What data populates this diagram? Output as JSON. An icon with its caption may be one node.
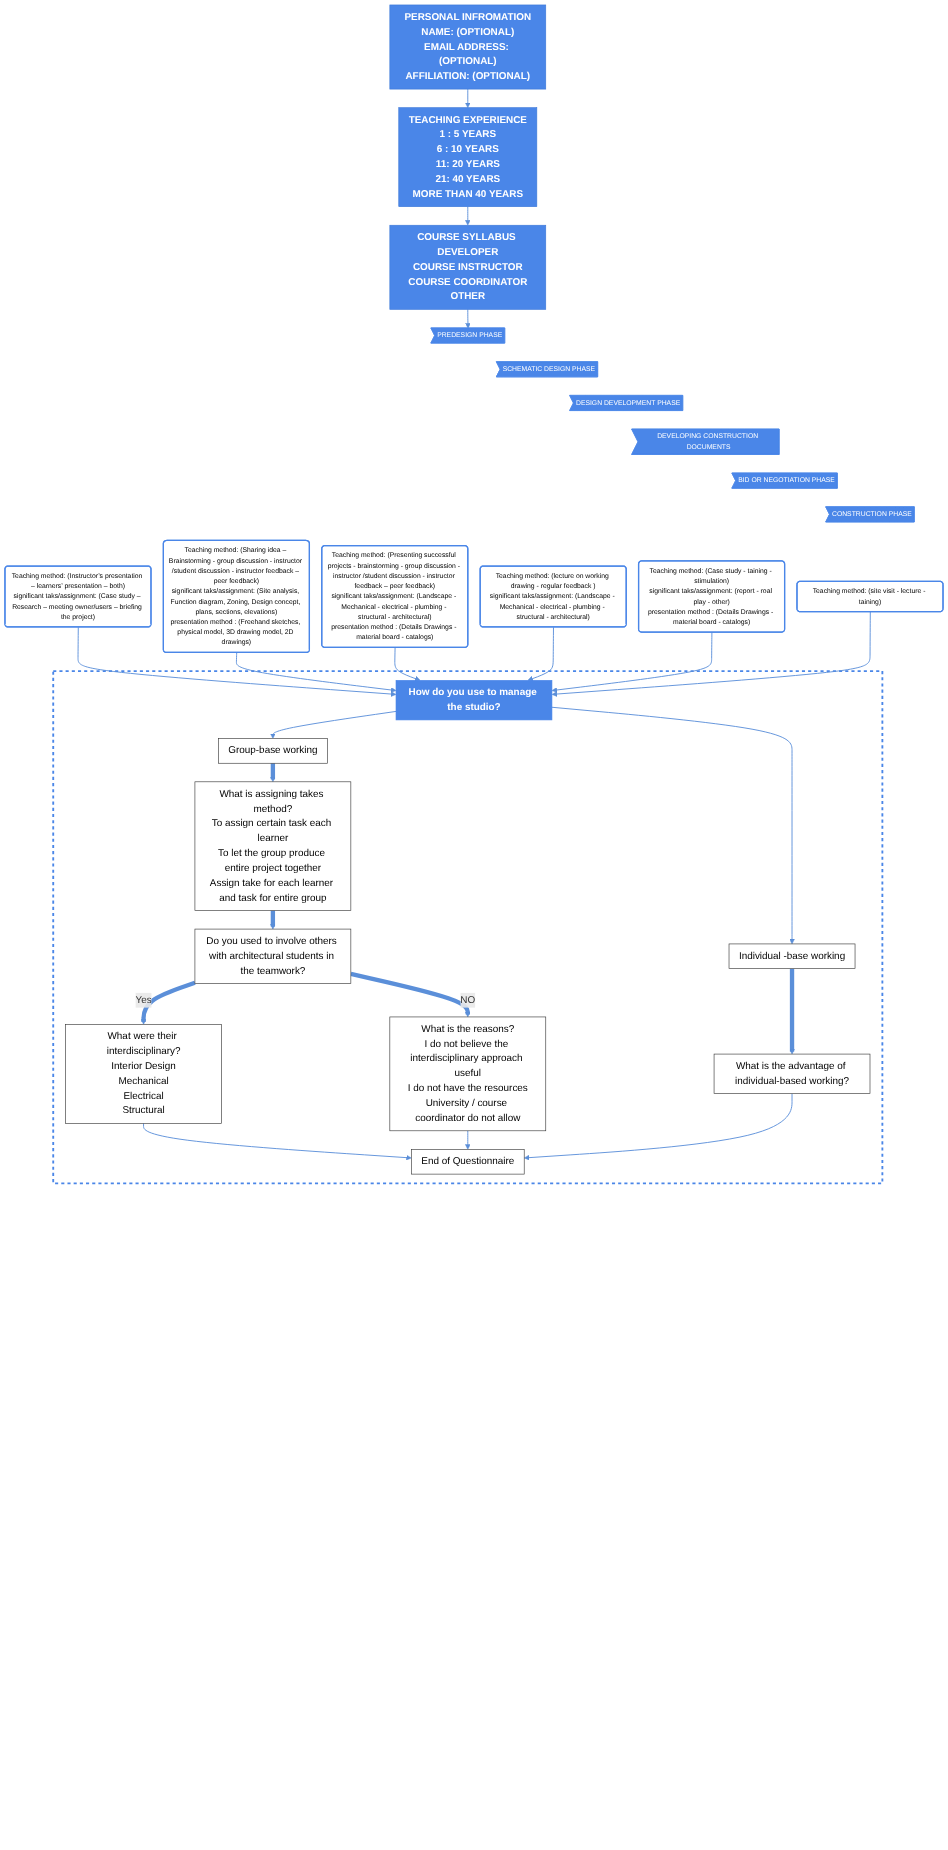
{
  "diagram": {
    "nodes": [
      {
        "text": [
          "PERSONAL INFROMATION",
          "NAME: (OPTIONAL)",
          "EMAIL ADDRESS: (OPTIONAL)",
          "AFFILIATION: (OPTIONAL)"
        ]
      },
      {
        "text": [
          "TEACHING EXPERIENCE",
          "1 : 5 YEARS",
          "6 : 10 YEARS",
          "11: 20 YEARS",
          "21: 40 YEARS",
          "MORE THAN 40 YEARS"
        ]
      },
      {
        "text": [
          "COURSE SYLLABUS DEVELOPER",
          "COURSE INSTRUCTOR",
          "COURSE COORDINATOR",
          "OTHER"
        ]
      },
      {
        "text": [
          "PREDESIGN PHASE"
        ]
      },
      {
        "text": [
          "Teaching method: (Instructor’s presentation – learners’ presentation – both)",
          "significant taks/assignment: (Case study – Research – meeting owner/users – briefing the project)"
        ]
      },
      {
        "text": [
          "SCHEMATIC DESIGN PHASE"
        ]
      },
      {
        "text": [
          "Teaching method: (Sharing idea – Brainstorming - group discussion - instructor /student discussion - instructor feedback – peer feedback)",
          "significant taks/assignment: (Site analysis, Function diagram, Zoning, Design concept, plans, sections, elevations)",
          "presentation method : (Freehand sketches, physical model, 3D drawing model, 2D drawings)"
        ]
      },
      {
        "text": [
          "DESIGN DEVELOPMENT PHASE"
        ]
      },
      {
        "text": [
          "Teaching method: (Presenting successful projects - brainstorming - group discussion - instructor /student discussion - instructor feedback – peer feedback)",
          "significant taks/assignment: (Landscape - Mechanical - electrical - plumbing - structural - architectural)",
          "presentation method : (Details Drawings - material board - catalogs)"
        ]
      },
      {
        "text": [
          "DEVELOPING CONSTRUCTION DOCUMENTS"
        ]
      },
      {
        "text": [
          "Teaching method: (lecture on working drawing - regular feedback )",
          "significant taks/assignment: (Landscape - Mechanical - electrical - plumbing - structural - architectural)"
        ]
      },
      {
        "text": [
          "BID OR NEGOTIATION PHASE"
        ]
      },
      {
        "text": [
          "Teaching method: (Case study - taining - stimulation)",
          "significant taks/assignment: (report - roal play - other)",
          "presentation method : (Details Drawings - material board - catalogs)"
        ]
      },
      {
        "text": [
          "CONSTRUCTION PHASE"
        ]
      },
      {
        "text": [
          "Teaching method: (site visit - lecture - taining)"
        ]
      },
      {
        "text": [],
        "shape": "box"
      },
      {
        "text": [
          "How do you use to manage the studio?"
        ],
        "in": 15
      },
      {
        "text": [
          "Group-base working"
        ],
        "in": 15
      },
      {
        "text": [
          "Individual -base working"
        ],
        "in": 15
      },
      {
        "text": [
          "What is assigning takes method?",
          "To assign certain task each learner",
          "To let the group produce entire project together",
          "Assign take for each learner and task for entire group"
        ],
        "in": 15
      },
      {
        "text": [
          "What is the advantage of individual-based working?"
        ],
        "in": 15
      },
      {
        "text": [
          "Do you used to involve others with architectural students in the teamwork?"
        ],
        "in": 15
      },
      {
        "text": [
          "What were their interdisciplinary?",
          "Interior Design",
          "Mechanical",
          "Electrical",
          "Structural"
        ],
        "in": 15
      },
      {
        "text": [
          "What is the reasons?",
          "I do not believe the interdisciplinary approach useful",
          "I do not have the resources",
          "University / course coordinator do not allow"
        ],
        "in": 15
      },
      {
        "text": [
          "End of Questionnaire"
        ],
        "in": 15
      }
    ],
    "edges": [
      {
        "from": 0,
        "to": 1,
        "arrow": "to"
      },
      {
        "from": 1,
        "to": 2,
        "arrow": "to"
      },
      {
        "from": 2,
        "to": 3,
        "arrow": "to"
      },
      {
        "from": 14,
        "to": 16,
        "arrow": "to"
      },
      {
        "from": 12,
        "to": 16,
        "arrow": "to"
      },
      {
        "from": 10,
        "to": 16,
        "arrow": "to"
      },
      {
        "from": 8,
        "to": 16,
        "arrow": "to"
      },
      {
        "from": 6,
        "to": 16,
        "arrow": "to"
      },
      {
        "from": 4,
        "to": 16,
        "arrow": "to"
      },
      {
        "from": 16,
        "to": 17,
        "arrow": "to"
      },
      {
        "from": 16,
        "to": 18,
        "arrow": "to"
      },
      {
        "from": 17,
        "to": 19,
        "arrow": "to",
        "style": "thick"
      },
      {
        "from": 18,
        "to": 20,
        "arrow": "to",
        "style": "thick"
      },
      {
        "from": 19,
        "to": 21,
        "arrow": "to",
        "style": "thick"
      },
      {
        "from": 21,
        "to": 22,
        "arrow": "to",
        "style": "thick",
        "label": "Yes"
      },
      {
        "from": 21,
        "to": 23,
        "arrow": "to",
        "style": "thick",
        "label": "NO"
      },
      {
        "from": 22,
        "to": 24,
        "arrow": "to"
      },
      {
        "from": 20,
        "to": 24,
        "arrow": "to"
      },
      {
        "from": 23,
        "to": 24,
        "arrow": "to"
      }
    ]
  }
}
